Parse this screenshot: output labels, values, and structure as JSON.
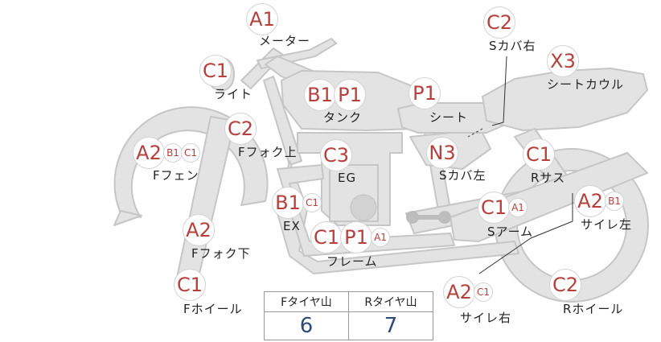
{
  "colors": {
    "grade_text": "#b5403c",
    "value_text": "#2d4a78",
    "bike_fill": "#e3e3e3",
    "bike_stroke": "#c6c6c6"
  },
  "parts": [
    {
      "id": "meter",
      "label": "メーター",
      "grades": [
        {
          "g": "A1",
          "size": "big"
        }
      ]
    },
    {
      "id": "light",
      "label": "ライト",
      "grades": [
        {
          "g": "C1",
          "size": "big"
        }
      ]
    },
    {
      "id": "tank",
      "label": "タンク",
      "grades": [
        {
          "g": "B1",
          "size": "big"
        },
        {
          "g": "P1",
          "size": "big"
        }
      ]
    },
    {
      "id": "seat",
      "label": "シート",
      "grades": [
        {
          "g": "P1",
          "size": "big"
        }
      ]
    },
    {
      "id": "s-cover-right",
      "label": "Sカバ右",
      "grades": [
        {
          "g": "C2",
          "size": "big"
        }
      ]
    },
    {
      "id": "seat-cowl",
      "label": "シートカウル",
      "grades": [
        {
          "g": "X3",
          "size": "big"
        }
      ]
    },
    {
      "id": "fork-upper",
      "label": "Fフォク上",
      "grades": [
        {
          "g": "C2",
          "size": "big"
        }
      ]
    },
    {
      "id": "f-fender",
      "label": "Fフェン",
      "grades": [
        {
          "g": "A2",
          "size": "big"
        },
        {
          "g": "B1",
          "size": "sm"
        },
        {
          "g": "C1",
          "size": "sm"
        }
      ]
    },
    {
      "id": "engine",
      "label": "EG",
      "grades": [
        {
          "g": "C3",
          "size": "big"
        }
      ]
    },
    {
      "id": "s-cover-left",
      "label": "Sカバ左",
      "grades": [
        {
          "g": "N3",
          "size": "big"
        }
      ]
    },
    {
      "id": "r-suspension",
      "label": "Rサス",
      "grades": [
        {
          "g": "C1",
          "size": "big"
        }
      ]
    },
    {
      "id": "exhaust",
      "label": "EX",
      "grades": [
        {
          "g": "B1",
          "size": "big"
        },
        {
          "g": "C1",
          "size": "sm"
        }
      ]
    },
    {
      "id": "swingarm",
      "label": "Sアーム",
      "grades": [
        {
          "g": "C1",
          "size": "big"
        },
        {
          "g": "A1",
          "size": "sm"
        }
      ]
    },
    {
      "id": "muffler-left",
      "label": "サイレ左",
      "grades": [
        {
          "g": "A2",
          "size": "big"
        },
        {
          "g": "B1",
          "size": "sm"
        }
      ]
    },
    {
      "id": "fork-lower",
      "label": "Fフォク下",
      "grades": [
        {
          "g": "A2",
          "size": "big"
        }
      ]
    },
    {
      "id": "frame",
      "label": "フレーム",
      "grades": [
        {
          "g": "C1",
          "size": "big"
        },
        {
          "g": "P1",
          "size": "big"
        },
        {
          "g": "A1",
          "size": "sm"
        }
      ]
    },
    {
      "id": "muffler-right",
      "label": "サイレ右",
      "grades": [
        {
          "g": "A2",
          "size": "big"
        },
        {
          "g": "C1",
          "size": "sm"
        }
      ]
    },
    {
      "id": "f-wheel",
      "label": "Fホイール",
      "grades": [
        {
          "g": "C1",
          "size": "big"
        }
      ]
    },
    {
      "id": "r-wheel",
      "label": "Rホイール",
      "grades": [
        {
          "g": "C2",
          "size": "big"
        }
      ]
    }
  ],
  "tires": {
    "front_header": "Fタイヤ山",
    "rear_header": "Rタイヤ山",
    "front_value": "6",
    "rear_value": "7"
  }
}
